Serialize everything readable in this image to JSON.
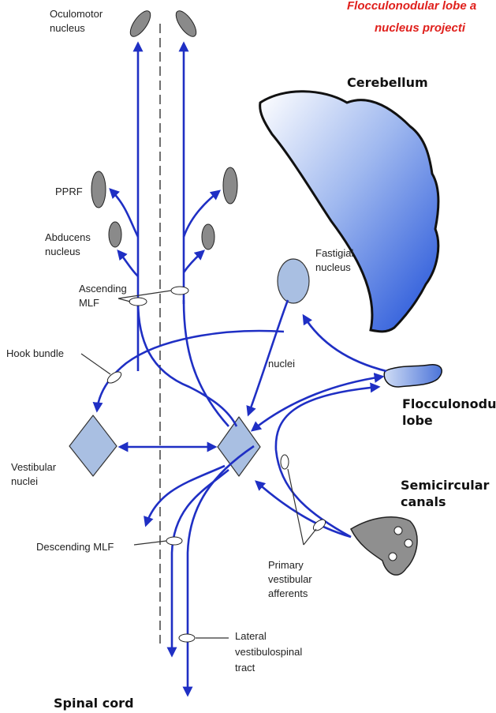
{
  "header": {
    "title_line1": "Flocculonodular lobe a",
    "title_line2": "nucleus projecti"
  },
  "labels": {
    "oculomotor_1": "Oculomotor",
    "oculomotor_2": "nucleus",
    "pprf": "PPRF",
    "abducens_1": "Abducens",
    "abducens_2": "nucleus",
    "ascending_1": "Ascending",
    "ascending_2": "MLF",
    "hook_bundle": "Hook bundle",
    "vestibular_1": "Vestibular",
    "vestibular_2": "nuclei",
    "descending_mlf": "Descending MLF",
    "cerebellum": "Cerebellum",
    "fastigial_1": "Fastigial",
    "fastigial_2": "nucleus",
    "nuclei": "nuclei",
    "flocculo_1": "Flocculonodular",
    "flocculo_2": "lobe",
    "semicircular_1": "Semicircular",
    "semicircular_2": "canals",
    "primary_1": "Primary",
    "primary_2": "vestibular",
    "primary_3": "afferents",
    "lateral_1": "Lateral",
    "lateral_2": "vestibulospinal",
    "lateral_3": "tract",
    "spinal_cord": "Spinal cord"
  },
  "colors": {
    "arrow": "#1f2fc4",
    "nucleus_fill": "#a9bfe2",
    "oval_gray": "#8a8a8a",
    "cerebellum_blue": "#1e4fd8",
    "title_red": "#e0201c"
  }
}
